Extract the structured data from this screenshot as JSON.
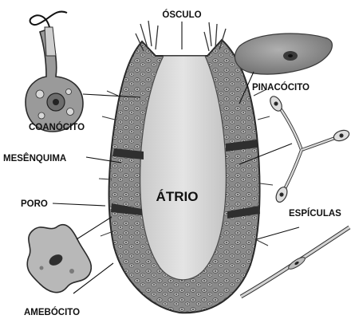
{
  "labels": {
    "osculo": "ÓSCULO",
    "pinacocito": "PINACÓCITO",
    "coanocito": "COANÓCITO",
    "mesenquima": "MESÊNQUIMA",
    "poro": "PORO",
    "atrio": "ÁTRIO",
    "especulas": "ESPÍCULAS",
    "amebocito": "AMEBÓCITO"
  },
  "colors": {
    "wall": "#7f7f7f",
    "atrium": "#d6d6d6",
    "cell": "#a8a8a8",
    "ink": "#111111"
  }
}
